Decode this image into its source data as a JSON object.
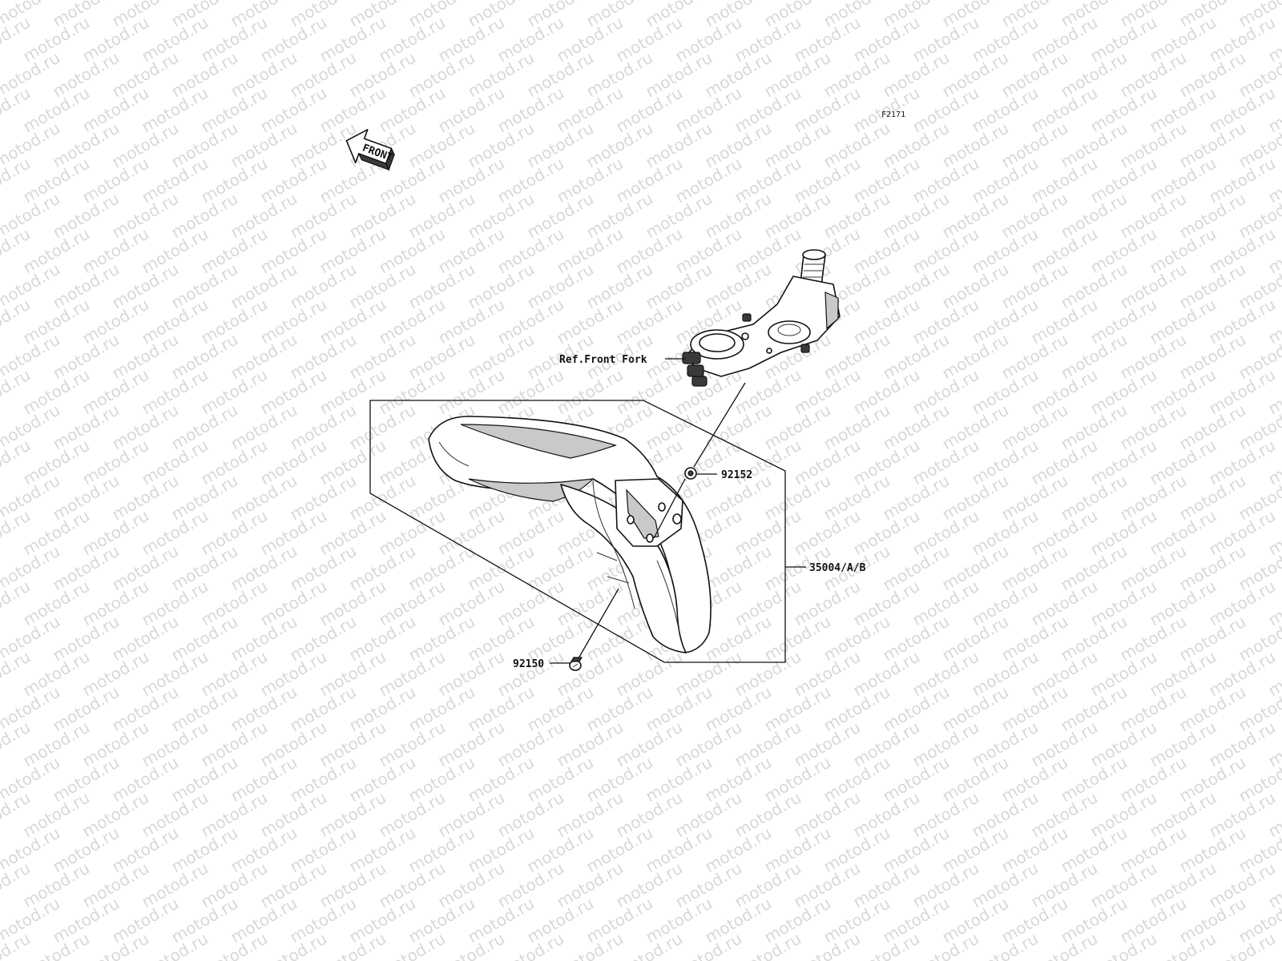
{
  "diagram": {
    "figure_code": "F2171",
    "front_arrow_label": "FRONT",
    "watermark_text": "motod.ru",
    "callouts": {
      "ref_front_fork": "Ref.Front Fork",
      "nut": "92152",
      "fender": "35004/A/B",
      "bolt": "92150"
    }
  },
  "colors": {
    "line": "#111111",
    "watermark": "#d8d8d8",
    "background": "#ffffff"
  }
}
